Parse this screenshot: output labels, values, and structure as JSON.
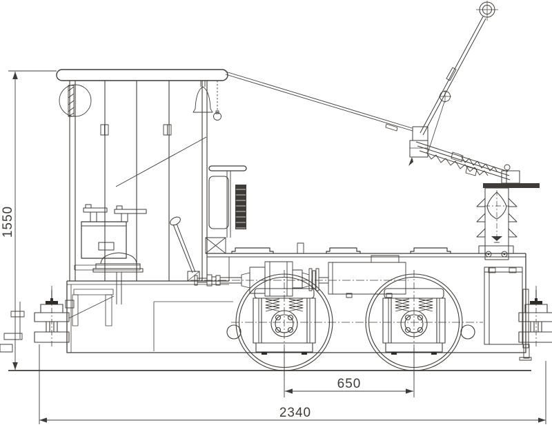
{
  "colors": {
    "background": "#ffffff",
    "line": "#3f3b37",
    "dark_fill": "#2e2a26"
  },
  "dimensions": {
    "overall_height": {
      "value": "1550",
      "orientation": "vertical"
    },
    "wheelbase": {
      "value": "650",
      "orientation": "horizontal"
    },
    "overall_length": {
      "value": "2340",
      "orientation": "horizontal"
    }
  }
}
